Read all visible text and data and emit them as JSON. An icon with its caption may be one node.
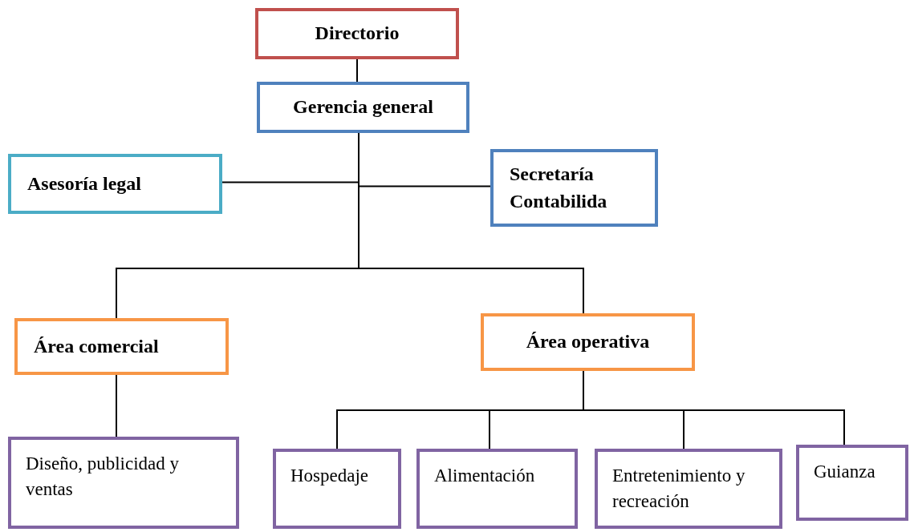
{
  "diagram": {
    "nodes": [
      {
        "text": [
          "Directorio"
        ]
      },
      {
        "text": [
          "Gerencia general"
        ]
      },
      {
        "text": [
          "Asesoría legal"
        ]
      },
      {
        "text": [
          "Secretaría Contabilida"
        ]
      },
      {
        "text": [
          "Área comercial"
        ]
      },
      {
        "text": [
          "Área operativa"
        ]
      },
      {
        "text": [
          "Diseño, publicidad y ventas"
        ]
      },
      {
        "text": [
          "Hospedaje"
        ]
      },
      {
        "text": [
          "Alimentación"
        ]
      },
      {
        "text": [
          "Entretenimiento y recreación"
        ]
      },
      {
        "text": [
          "Guianza"
        ]
      }
    ],
    "edges": [
      {
        "from": 0,
        "to": 1,
        "arrow": "none"
      },
      {
        "from": 1,
        "to": 2,
        "arrow": "none"
      },
      {
        "from": 1,
        "to": 3,
        "arrow": "none"
      },
      {
        "from": 1,
        "to": 4,
        "arrow": "none"
      },
      {
        "from": 1,
        "to": 5,
        "arrow": "none"
      },
      {
        "from": 4,
        "to": 6,
        "arrow": "none"
      },
      {
        "from": 5,
        "to": 7,
        "arrow": "none"
      },
      {
        "from": 5,
        "to": 8,
        "arrow": "none"
      },
      {
        "from": 5,
        "to": 9,
        "arrow": "none"
      },
      {
        "from": 5,
        "to": 10,
        "arrow": "none"
      }
    ]
  }
}
